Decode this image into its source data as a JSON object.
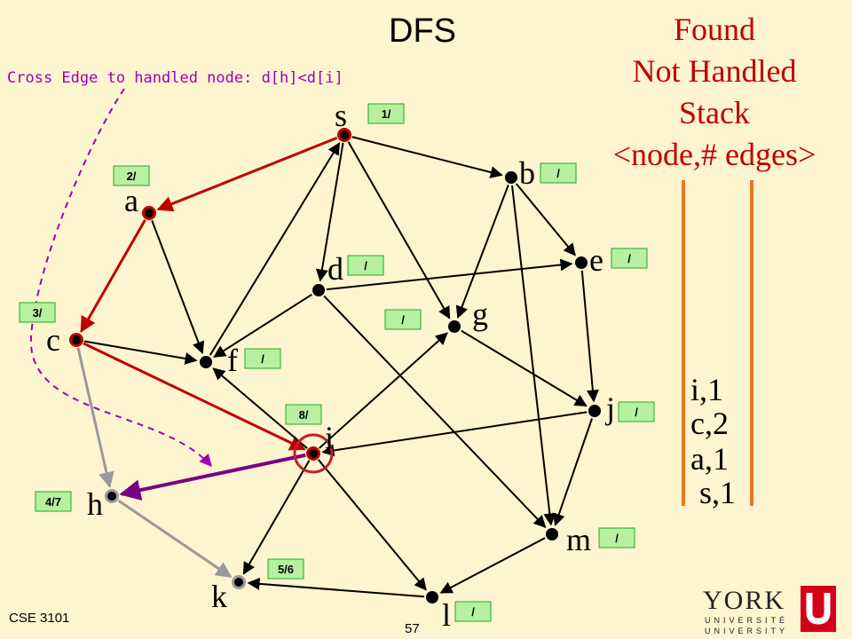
{
  "title": "DFS",
  "subtitle": "Cross Edge to handled node: d[h]<d[i]",
  "legend": {
    "found": "Found",
    "not_handled": "Not Handled",
    "stack": "Stack",
    "stack_format": "<node,# edges>"
  },
  "stack_items": [
    "i,1",
    "c,2",
    "a,1",
    "s,1"
  ],
  "footer": "CSE 3101",
  "page_number": "57",
  "logo": {
    "york": "YORK",
    "univ1": "UNIVERSITÉ",
    "univ2": "UNIVERSITY"
  },
  "colors": {
    "background": "#fdf4d0",
    "tree_edge": "#c00000",
    "handled_edge": "#999999",
    "cross_edge": "#7a0080",
    "edge": "#000000",
    "tag_fill": "#b6f0a0",
    "tag_border": "#22aa22",
    "stack_bar": "#e87722",
    "legend_text": "#c00000",
    "subtitle": "#a000b0"
  },
  "nodes": [
    {
      "id": "s",
      "label": "s",
      "tag": "1/",
      "state": "found"
    },
    {
      "id": "a",
      "label": "a",
      "tag": "2/",
      "state": "found"
    },
    {
      "id": "b",
      "label": "b",
      "tag": "/",
      "state": "unvisited"
    },
    {
      "id": "c",
      "label": "c",
      "tag": "3/",
      "state": "found"
    },
    {
      "id": "d",
      "label": "d",
      "tag": "/",
      "state": "unvisited"
    },
    {
      "id": "e",
      "label": "e",
      "tag": "/",
      "state": "unvisited"
    },
    {
      "id": "f",
      "label": "f",
      "tag": "/",
      "state": "unvisited"
    },
    {
      "id": "g",
      "label": "g",
      "tag": "/",
      "state": "unvisited"
    },
    {
      "id": "h",
      "label": "h",
      "tag": "4/7",
      "state": "handled"
    },
    {
      "id": "i",
      "label": "i",
      "tag": "8/",
      "state": "current"
    },
    {
      "id": "j",
      "label": "j",
      "tag": "/",
      "state": "unvisited"
    },
    {
      "id": "k",
      "label": "k",
      "tag": "5/6",
      "state": "handled"
    },
    {
      "id": "l",
      "label": "l",
      "tag": "/",
      "state": "unvisited"
    },
    {
      "id": "m",
      "label": "m",
      "tag": "/",
      "state": "unvisited"
    }
  ],
  "edges": [
    {
      "from": "s",
      "to": "a",
      "kind": "tree"
    },
    {
      "from": "a",
      "to": "c",
      "kind": "tree"
    },
    {
      "from": "c",
      "to": "i",
      "kind": "tree"
    },
    {
      "from": "c",
      "to": "h",
      "kind": "handled"
    },
    {
      "from": "h",
      "to": "k",
      "kind": "handled"
    },
    {
      "from": "i",
      "to": "h",
      "kind": "cross"
    },
    {
      "from": "s",
      "to": "b",
      "kind": "normal"
    },
    {
      "from": "s",
      "to": "d",
      "kind": "normal"
    },
    {
      "from": "s",
      "to": "g",
      "kind": "normal"
    },
    {
      "from": "a",
      "to": "f",
      "kind": "normal"
    },
    {
      "from": "c",
      "to": "f",
      "kind": "normal"
    },
    {
      "from": "f",
      "to": "s",
      "kind": "normal"
    },
    {
      "from": "b",
      "to": "e",
      "kind": "normal"
    },
    {
      "from": "b",
      "to": "g",
      "kind": "normal"
    },
    {
      "from": "b",
      "to": "m",
      "kind": "normal"
    },
    {
      "from": "d",
      "to": "e",
      "kind": "normal"
    },
    {
      "from": "d",
      "to": "f",
      "kind": "normal"
    },
    {
      "from": "d",
      "to": "m",
      "kind": "normal"
    },
    {
      "from": "e",
      "to": "j",
      "kind": "normal"
    },
    {
      "from": "g",
      "to": "j",
      "kind": "normal"
    },
    {
      "from": "i",
      "to": "g",
      "kind": "normal"
    },
    {
      "from": "i",
      "to": "f",
      "kind": "normal"
    },
    {
      "from": "i",
      "to": "k",
      "kind": "normal"
    },
    {
      "from": "i",
      "to": "l",
      "kind": "normal"
    },
    {
      "from": "j",
      "to": "i",
      "kind": "normal"
    },
    {
      "from": "j",
      "to": "m",
      "kind": "normal"
    },
    {
      "from": "m",
      "to": "l",
      "kind": "normal"
    },
    {
      "from": "l",
      "to": "k",
      "kind": "normal"
    }
  ]
}
